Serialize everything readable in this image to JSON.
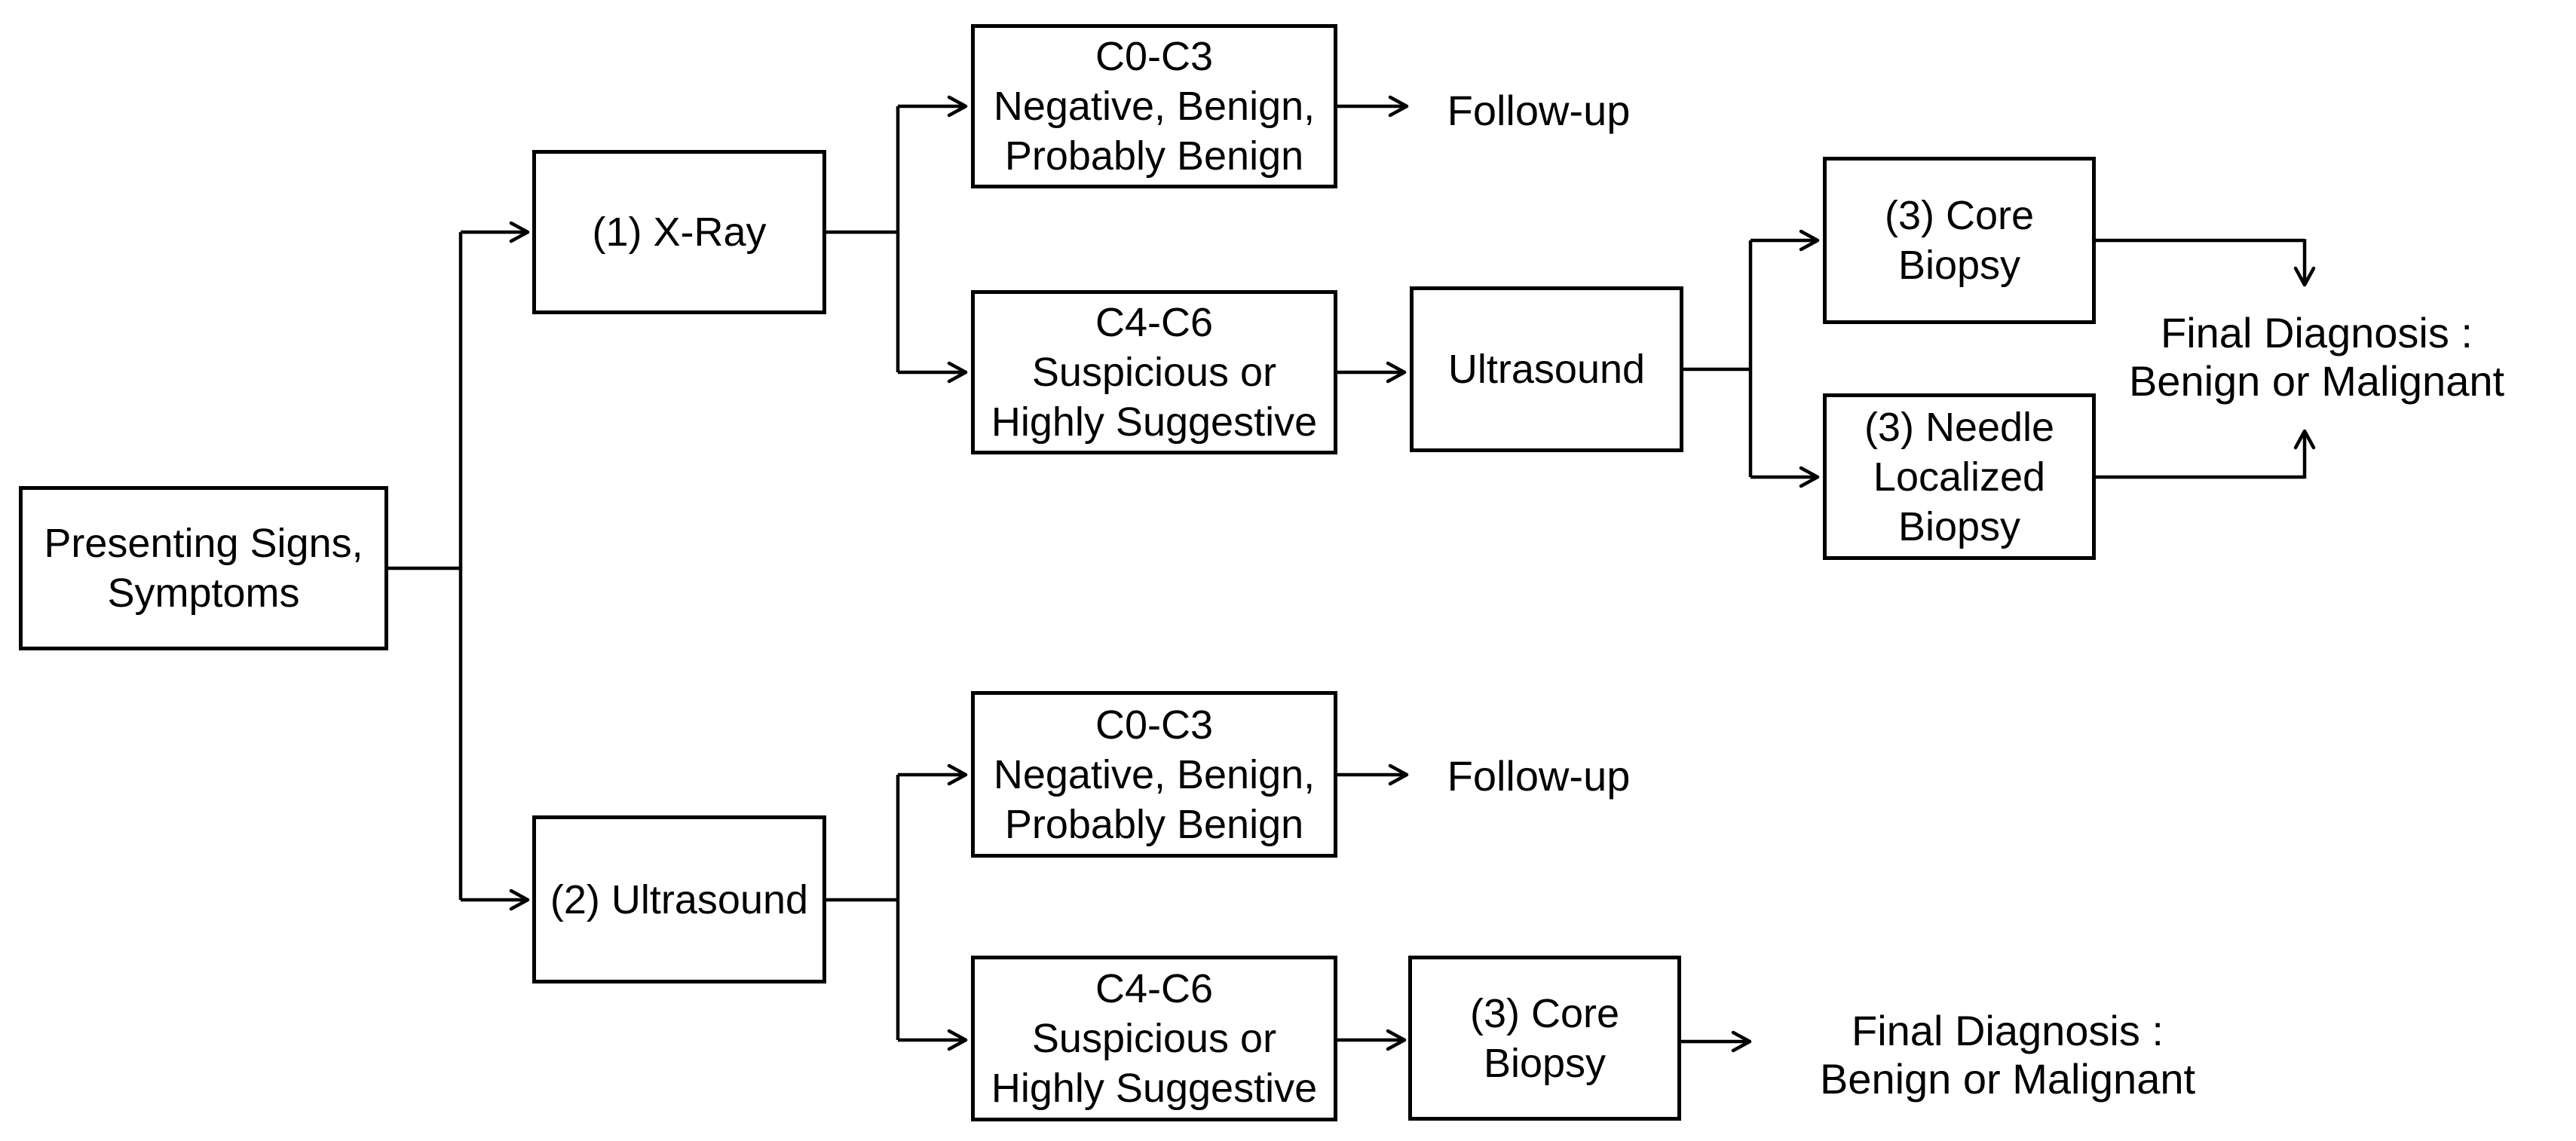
{
  "diagram": {
    "colors": {
      "background": "#ffffff",
      "box_fill": "#ffffff",
      "box_border": "#000000",
      "line": "#000000",
      "text": "#000000"
    },
    "nodes": [
      {
        "id": "presenting",
        "label": "Presenting Signs,\nSymptoms"
      },
      {
        "id": "xray",
        "label": "(1) X-Ray"
      },
      {
        "id": "c0c3-top",
        "label": "C0-C3\nNegative, Benign,\nProbably Benign"
      },
      {
        "id": "c4c6-top",
        "label": "C4-C6\nSuspicious or\nHighly Suggestive"
      },
      {
        "id": "ultrasound-mid",
        "label": "Ultrasound"
      },
      {
        "id": "core-biopsy-top",
        "label": "(3) Core\nBiopsy"
      },
      {
        "id": "needle-biopsy",
        "label": "(3) Needle\nLocalized\nBiopsy"
      },
      {
        "id": "ultrasound-2",
        "label": "(2) Ultrasound"
      },
      {
        "id": "c0c3-bottom",
        "label": "C0-C3\nNegative, Benign,\nProbably Benign"
      },
      {
        "id": "c4c6-bottom",
        "label": "C4-C6\nSuspicious or\nHighly Suggestive"
      },
      {
        "id": "core-biopsy-bottom",
        "label": "(3) Core\nBiopsy"
      }
    ],
    "terminal_labels": [
      {
        "id": "followup-top",
        "text": "Follow-up"
      },
      {
        "id": "final-top",
        "text": "Final Diagnosis :\nBenign or Malignant"
      },
      {
        "id": "followup-bottom",
        "text": "Follow-up"
      },
      {
        "id": "final-bottom",
        "text": "Final Diagnosis :\nBenign or Malignant"
      }
    ],
    "edges": [
      {
        "from": "presenting",
        "to": "xray"
      },
      {
        "from": "presenting",
        "to": "ultrasound-2"
      },
      {
        "from": "xray",
        "to": "c0c3-top"
      },
      {
        "from": "xray",
        "to": "c4c6-top"
      },
      {
        "from": "c0c3-top",
        "to": "followup-top"
      },
      {
        "from": "c4c6-top",
        "to": "ultrasound-mid"
      },
      {
        "from": "ultrasound-mid",
        "to": "core-biopsy-top"
      },
      {
        "from": "ultrasound-mid",
        "to": "needle-biopsy"
      },
      {
        "from": "core-biopsy-top",
        "to": "final-top"
      },
      {
        "from": "needle-biopsy",
        "to": "final-top"
      },
      {
        "from": "ultrasound-2",
        "to": "c0c3-bottom"
      },
      {
        "from": "ultrasound-2",
        "to": "c4c6-bottom"
      },
      {
        "from": "c0c3-bottom",
        "to": "followup-bottom"
      },
      {
        "from": "c4c6-bottom",
        "to": "core-biopsy-bottom"
      },
      {
        "from": "core-biopsy-bottom",
        "to": "final-bottom"
      }
    ]
  }
}
